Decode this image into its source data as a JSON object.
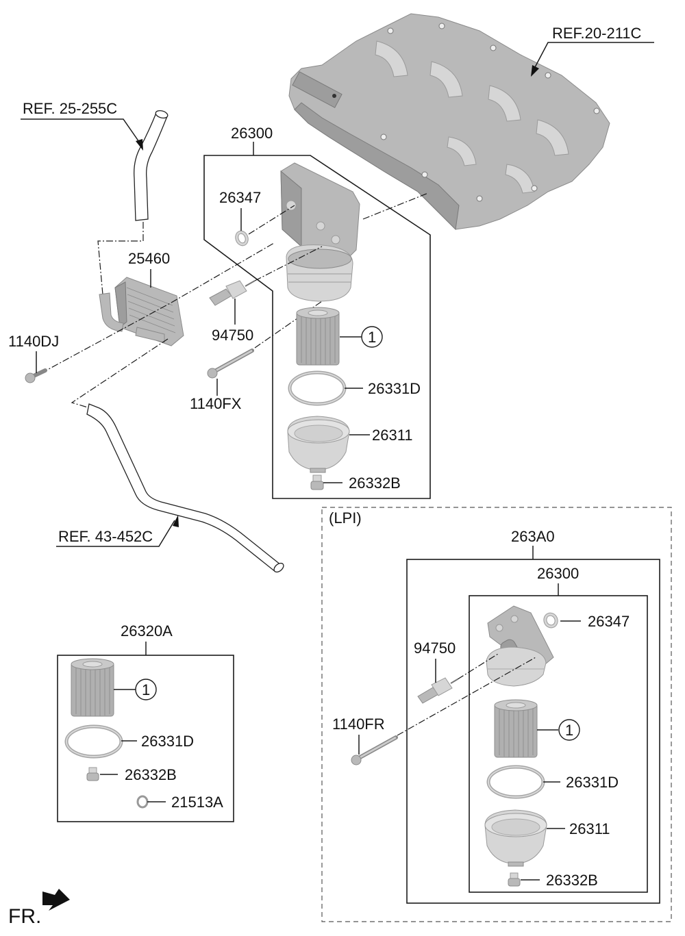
{
  "diagram": {
    "title": "Oil filter & oil cooler assembly",
    "references": {
      "ref_upper_right": "REF.20-211C",
      "ref_upper_left": "REF. 25-255C",
      "ref_lower_left": "REF. 43-452C"
    },
    "main_assembly": {
      "assembly_label": "26300",
      "parts": {
        "oil_cooler": "25460",
        "seal_ring": "26347",
        "sensor": "94750",
        "bolt_cooler": "1140DJ",
        "bolt_housing": "1140FX",
        "filter_element_callout": "1",
        "o_ring": "26331D",
        "filter_cap": "26311",
        "drain_plug": "26332B"
      }
    },
    "service_kit": {
      "assembly_label": "26320A",
      "parts": {
        "filter_element_callout": "1",
        "o_ring": "26331D",
        "drain_plug": "26332B",
        "washer": "21513A"
      }
    },
    "lpi_variant": {
      "group_label": "(LPI)",
      "outer_assembly_label": "263A0",
      "inner_assembly_label": "26300",
      "parts": {
        "seal_ring": "26347",
        "sensor": "94750",
        "bolt": "1140FR",
        "filter_element_callout": "1",
        "o_ring": "26331D",
        "filter_cap": "26311",
        "drain_plug": "26332B"
      }
    },
    "orientation": {
      "label": "FR."
    }
  }
}
